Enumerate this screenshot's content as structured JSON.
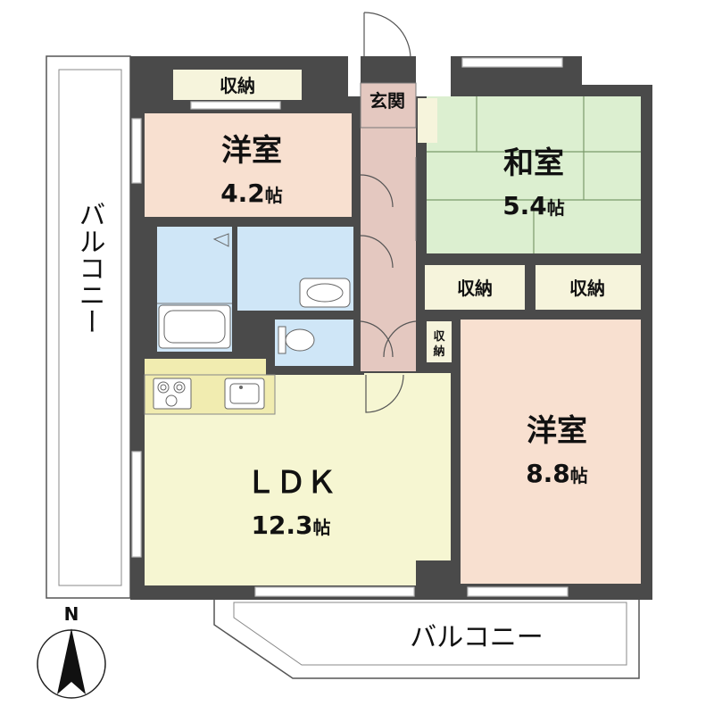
{
  "rooms": {
    "western_small": {
      "name": "洋室",
      "size": "4.2",
      "unit": "帖"
    },
    "japanese": {
      "name": "和室",
      "size": "5.4",
      "unit": "帖"
    },
    "western_large": {
      "name": "洋室",
      "size": "8.8",
      "unit": "帖"
    },
    "ldk": {
      "name": "ＬＤＫ",
      "size": "12.3",
      "unit": "帖"
    },
    "entrance": {
      "name": "玄関"
    }
  },
  "storage": {
    "top": "収納",
    "middle_left": "収納",
    "middle_right": "収納",
    "small_top": "収",
    "small_bottom": "納"
  },
  "balcony": {
    "left": "バルコニー",
    "bottom": "バルコニー"
  },
  "compass": {
    "label": "N"
  },
  "colors": {
    "wall": "#4a4a4a",
    "western": "#f8e0d0",
    "japanese": "#dcefd0",
    "ldk": "#f6f6d2",
    "entrance": "#e4c8c0",
    "wet": "#cfe6f7",
    "storage": "#f6f4dc",
    "kitchen": "#f1ecb0"
  }
}
